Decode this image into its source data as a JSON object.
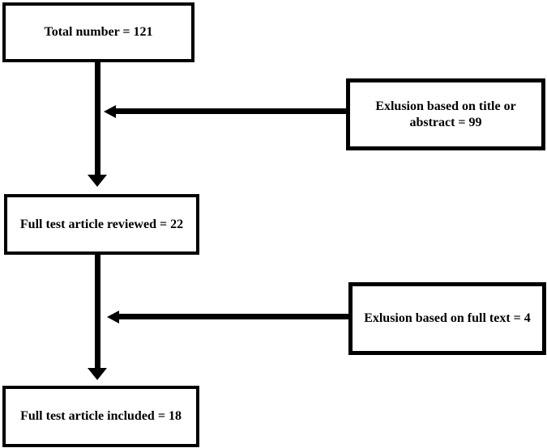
{
  "flowchart": {
    "background_color": "#ffffff",
    "line_color": "#000000",
    "text_color": "#000000",
    "boxes": [
      {
        "id": "total",
        "label": "Total number = 121"
      },
      {
        "id": "exclusion-title-abstract",
        "label": "Exlusion based on title or abstract = 99",
        "lines": [
          "Exlusion based on title or",
          "abstract = 99"
        ]
      },
      {
        "id": "full-text-reviewed",
        "label": "Full test article reviewed = 22"
      },
      {
        "id": "exclusion-full-text",
        "label": "Exlusion based on full text = 4"
      },
      {
        "id": "full-text-included",
        "label": "Full test article included = 18"
      }
    ],
    "arrows": [
      {
        "from": "total",
        "to": "full-text-reviewed",
        "direction": "down"
      },
      {
        "from": "exclusion-title-abstract",
        "to": "total-to-reviewed-line",
        "direction": "left"
      },
      {
        "from": "full-text-reviewed",
        "to": "full-text-included",
        "direction": "down"
      },
      {
        "from": "exclusion-full-text",
        "to": "reviewed-to-included-line",
        "direction": "left"
      }
    ]
  }
}
